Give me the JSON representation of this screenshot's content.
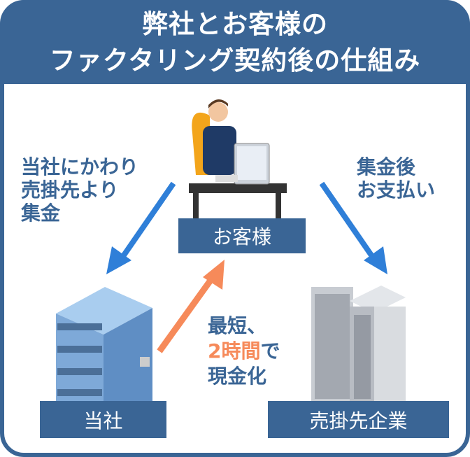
{
  "header": {
    "title_line1": "弊社とお客様の",
    "title_line2": "ファクタリング契約後の仕組み"
  },
  "nodes": {
    "customer": "お客様",
    "company": "当社",
    "debtor": "売掛先企業"
  },
  "flows": {
    "left": [
      "当社にかわり",
      "売掛先より",
      "集金"
    ],
    "right": [
      "集金後",
      "お支払い"
    ],
    "middle": {
      "line1": "最短、",
      "line2_accent": "2時間",
      "line2_rest": "で",
      "line3": "現金化"
    }
  },
  "colors": {
    "primary": "#3a6595",
    "accent": "#f68a5a",
    "arrow_blue": "#2f7fd8"
  }
}
